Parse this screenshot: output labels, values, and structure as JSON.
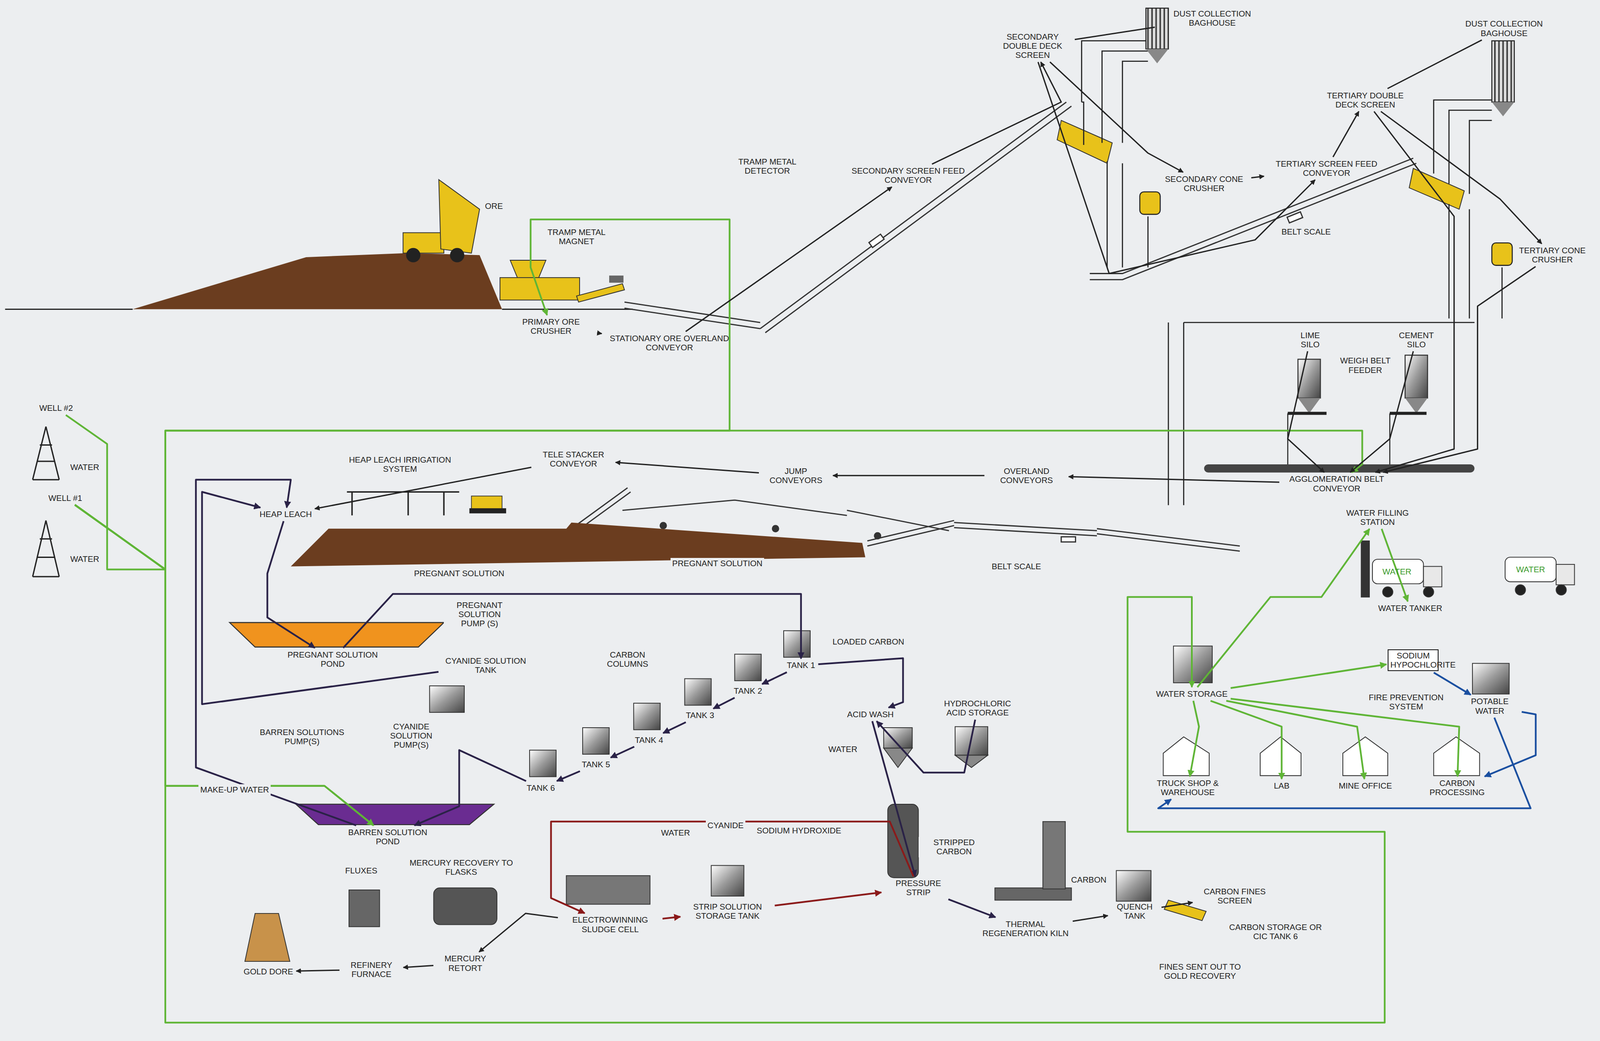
{
  "diagram": {
    "nodes": [
      {
        "text": [
          "WELL #2"
        ]
      },
      {
        "text": [
          "WELL #1"
        ]
      },
      {
        "text": [
          "PRIMARY ORE CRUSHER"
        ]
      },
      {
        "text": [
          "STATIONARY ORE OVERLAND CONVEYOR"
        ]
      },
      {
        "text": [
          "SECONDARY SCREEN FEED CONVEYOR"
        ]
      },
      {
        "text": [
          "SECONDARY DOUBLE DECK SCREEN"
        ]
      },
      {
        "text": [
          "DUST COLLECTION BAGHOUSE"
        ]
      },
      {
        "text": [
          "SECONDARY CONE CRUSHER"
        ]
      },
      {
        "text": [
          "TERTIARY SCREEN FEED CONVEYOR"
        ]
      },
      {
        "text": [
          "DUST COLLECTION BAGHOUSE"
        ]
      },
      {
        "text": [
          "TERTIARY DOUBLE DECK SCREEN"
        ]
      },
      {
        "text": [
          "TERTIARY CONE CRUSHER"
        ]
      },
      {
        "text": [
          "LIME SILO"
        ]
      },
      {
        "text": [
          "CEMENT SILO"
        ]
      },
      {
        "text": [
          "AGGLOMERATION BELT CONVEYOR"
        ]
      },
      {
        "text": [
          "OVERLAND CONVEYORS"
        ]
      },
      {
        "text": [
          "JUMP CONVEYORS"
        ]
      },
      {
        "text": [
          "TELE STACKER CONVEYOR"
        ]
      },
      {
        "text": [
          "HEAP LEACH"
        ]
      },
      {
        "text": [
          "PREGNANT SOLUTION POND"
        ]
      },
      {
        "text": [
          "TANK 1"
        ]
      },
      {
        "text": [
          "TANK 2"
        ]
      },
      {
        "text": [
          "TANK 3"
        ]
      },
      {
        "text": [
          "TANK 4"
        ]
      },
      {
        "text": [
          "TANK 5"
        ]
      },
      {
        "text": [
          "TANK 6"
        ]
      },
      {
        "text": [
          "BARREN SOLUTION POND"
        ]
      },
      {
        "text": [
          "CYANIDE SOLUTION TANK"
        ]
      },
      {
        "text": [
          "ACID WASH"
        ]
      },
      {
        "text": [
          "HYDROCHLORIC ACID STORAGE"
        ]
      },
      {
        "text": [
          "PRESSURE STRIP"
        ]
      },
      {
        "text": [
          "STRIP SOLUTION STORAGE TANK"
        ]
      },
      {
        "text": [
          "ELECTROWINNING SLUDGE CELL"
        ]
      },
      {
        "text": [
          "MERCURY RETORT"
        ]
      },
      {
        "text": [
          "REFINERY FURNACE"
        ]
      },
      {
        "text": [
          "GOLD DORE"
        ]
      },
      {
        "text": [
          "THERMAL REGENERATION KILN"
        ]
      },
      {
        "text": [
          "QUENCH TANK"
        ]
      },
      {
        "text": [
          "CARBON FINES SCREEN"
        ]
      },
      {
        "text": [
          "WATER STORAGE"
        ]
      },
      {
        "text": [
          "POTABLE WATER"
        ]
      },
      {
        "text": [
          "TRUCK SHOP & WAREHOUSE"
        ]
      },
      {
        "text": [
          "LAB"
        ]
      },
      {
        "text": [
          "MINE OFFICE"
        ]
      },
      {
        "text": [
          "CARBON PROCESSING"
        ]
      },
      {
        "text": [
          "WATER TANKER"
        ]
      },
      {
        "text": [
          "WATER FILLING STATION"
        ]
      },
      {
        "text": [
          "SODIUM HYPOCHLORITE"
        ]
      }
    ],
    "edges": [
      {
        "from": 0,
        "to": 26,
        "arrow": "to"
      },
      {
        "from": 1,
        "to": 26,
        "arrow": "to"
      },
      {
        "from": 1,
        "to": 39,
        "arrow": "to"
      },
      {
        "from": 1,
        "to": 14,
        "arrow": "to"
      },
      {
        "from": 1,
        "to": 2,
        "arrow": "to"
      },
      {
        "from": 2,
        "to": 3,
        "arrow": "to"
      },
      {
        "from": 3,
        "to": 4,
        "arrow": "to"
      },
      {
        "from": 4,
        "to": 5,
        "arrow": "to"
      },
      {
        "from": 5,
        "to": 7,
        "arrow": "to"
      },
      {
        "from": 5,
        "to": 8,
        "arrow": "to"
      },
      {
        "from": 7,
        "to": 8,
        "arrow": "to"
      },
      {
        "from": 8,
        "to": 10,
        "arrow": "to"
      },
      {
        "from": 10,
        "to": 11,
        "arrow": "to"
      },
      {
        "from": 10,
        "to": 14,
        "arrow": "to"
      },
      {
        "from": 11,
        "to": 14,
        "arrow": "to"
      },
      {
        "from": 5,
        "to": 6,
        "arrow": "none"
      },
      {
        "from": 9,
        "to": 10,
        "arrow": "none"
      },
      {
        "from": 12,
        "to": 14,
        "arrow": "to"
      },
      {
        "from": 13,
        "to": 14,
        "arrow": "to"
      },
      {
        "from": 14,
        "to": 15,
        "arrow": "to"
      },
      {
        "from": 15,
        "to": 16,
        "arrow": "to"
      },
      {
        "from": 16,
        "to": 17,
        "arrow": "to"
      },
      {
        "from": 17,
        "to": 18,
        "arrow": "to"
      },
      {
        "from": 18,
        "to": 19,
        "arrow": "to"
      },
      {
        "from": 19,
        "to": 20,
        "arrow": "to"
      },
      {
        "from": 20,
        "to": 21,
        "arrow": "to"
      },
      {
        "from": 21,
        "to": 22,
        "arrow": "to"
      },
      {
        "from": 22,
        "to": 23,
        "arrow": "to"
      },
      {
        "from": 23,
        "to": 24,
        "arrow": "to"
      },
      {
        "from": 24,
        "to": 25,
        "arrow": "to"
      },
      {
        "from": 25,
        "to": 26,
        "arrow": "to"
      },
      {
        "from": 26,
        "to": 18,
        "arrow": "to"
      },
      {
        "from": 27,
        "to": 18,
        "arrow": "to"
      },
      {
        "from": 20,
        "to": 28,
        "arrow": "to"
      },
      {
        "from": 29,
        "to": 28,
        "arrow": "to"
      },
      {
        "from": 28,
        "to": 30,
        "arrow": "to"
      },
      {
        "from": 30,
        "to": 36,
        "arrow": "to"
      },
      {
        "from": 36,
        "to": 37,
        "arrow": "to"
      },
      {
        "from": 37,
        "to": 38,
        "arrow": "to"
      },
      {
        "from": 31,
        "to": 30,
        "arrow": "to"
      },
      {
        "from": 32,
        "to": 31,
        "arrow": "to"
      },
      {
        "from": 30,
        "to": 32,
        "arrow": "to"
      },
      {
        "from": 32,
        "to": 33,
        "arrow": "to"
      },
      {
        "from": 33,
        "to": 34,
        "arrow": "to"
      },
      {
        "from": 34,
        "to": 35,
        "arrow": "to"
      },
      {
        "from": 39,
        "to": 46,
        "arrow": "to"
      },
      {
        "from": 46,
        "to": 45,
        "arrow": "to"
      },
      {
        "from": 39,
        "to": 47,
        "arrow": "to"
      },
      {
        "from": 47,
        "to": 40,
        "arrow": "to"
      },
      {
        "from": 39,
        "to": 41,
        "arrow": "to"
      },
      {
        "from": 39,
        "to": 42,
        "arrow": "to"
      },
      {
        "from": 39,
        "to": 43,
        "arrow": "to"
      },
      {
        "from": 39,
        "to": 44,
        "arrow": "to"
      },
      {
        "from": 40,
        "to": 44,
        "arrow": "to"
      },
      {
        "from": 40,
        "to": 41,
        "arrow": "to"
      }
    ],
    "labels": [
      "ORE",
      "TRAMP METAL MAGNET",
      "TRAMP METAL DETECTOR",
      "BELT SCALE",
      "WEIGH BELT FEEDER",
      "HEAP LEACH IRRIGATION SYSTEM",
      "PREGNANT SOLUTION",
      "PREGNANT SOLUTION",
      "BELT SCALE",
      "PREGNANT SOLUTION PUMP (S)",
      "CARBON COLUMNS",
      "LOADED CARBON",
      "CYANIDE SOLUTION PUMP(S)",
      "BARREN SOLUTIONS PUMP(S)",
      "MAKE-UP WATER",
      "WATER",
      "WATER",
      "WATER",
      "WATER",
      "CYANIDE",
      "SODIUM HYDROXIDE",
      "STRIPPED CARBON",
      "CARBON",
      "FLUXES",
      "MERCURY RECOVERY TO FLASKS",
      "CARBON STORAGE OR CIC TANK 6",
      "FINES SENT OUT TO GOLD RECOVERY",
      "FIRE PREVENTION SYSTEM",
      "WATER",
      "WATER"
    ]
  }
}
